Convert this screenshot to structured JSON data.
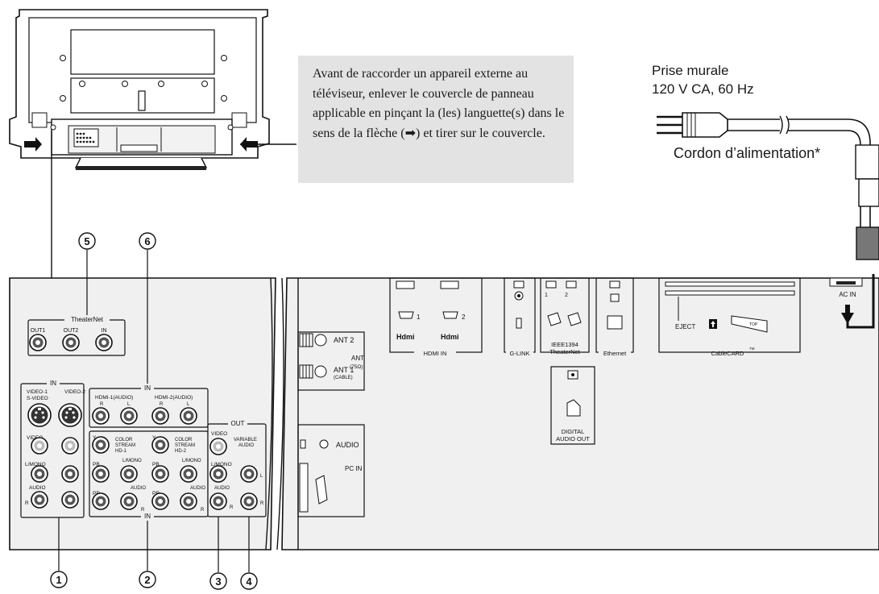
{
  "instruction": {
    "text": "Avant de raccorder un appareil externe au téléviseur, enlever le couvercle de panneau applicable en pinçant la (les) languette(s) dans le sens de la flèche (➡) et tirer sur le couvercle."
  },
  "power": {
    "outlet_line1": "Prise murale",
    "outlet_line2": "120 V CA, 60 Hz",
    "cord": "Cordon d’alimentation*"
  },
  "callouts": [
    "⑤",
    "⑥",
    "①",
    "②",
    "③",
    "④"
  ],
  "theaternet": {
    "title": "TheaterNet",
    "out1": "OUT1",
    "out2": "OUT2",
    "in": "IN"
  },
  "video_in": {
    "in": "IN",
    "video1": "VIDEO-1",
    "video2": "VIDEO-2",
    "svideo": "S-VIDEO",
    "video": "VIDEO",
    "lmono": "L/MONO",
    "audio": "AUDIO",
    "r": "R"
  },
  "hdmi_audio": {
    "in_top": "IN",
    "hdmi1": "HDMI-1(AUDIO)",
    "hdmi2": "HDMI-2(AUDIO)",
    "r": "R",
    "l": "L"
  },
  "component": {
    "y": "Y",
    "pb": "PB",
    "pr": "PR",
    "cs1_a": "COLOR",
    "cs1_b": "STREAM",
    "cs1_c": "HD-1",
    "cs2_a": "COLOR",
    "cs2_b": "STREAM",
    "cs2_c": "HD-2",
    "lmono": "L/MONO",
    "audio": "AUDIO",
    "r": "R",
    "in_bottom": "IN"
  },
  "out_panel": {
    "out": "OUT",
    "video": "VIDEO",
    "variable": "VARIABLE",
    "audio_top": "AUDIO",
    "lmono": "L/MONO",
    "audio": "AUDIO",
    "l": "L",
    "r": "R"
  },
  "antenna": {
    "ant2": "ANT 2",
    "ant": "ANT",
    "ohm": "(75Ω)",
    "ant1": "ANT 1",
    "cable": "(CABLE)"
  },
  "pc": {
    "audio": "AUDIO",
    "pcin": "PC IN"
  },
  "hdmi_in": {
    "p1": "1",
    "p2": "2",
    "logo": "Hdmi",
    "label": "HDMI IN"
  },
  "glink": {
    "label": "G-LINK"
  },
  "ieee": {
    "p1": "1",
    "p2": "2",
    "title": "IEEE1394",
    "sub": "TheaterNet"
  },
  "ethernet": {
    "label": "Ethernet"
  },
  "digital": {
    "line1": "DIGITAL",
    "line2": "AUDIO OUT"
  },
  "cablecard": {
    "eject": "EJECT",
    "top": "TOP",
    "label": "CableCARD",
    "tm": "TM"
  },
  "acin": {
    "label": "AC IN"
  }
}
